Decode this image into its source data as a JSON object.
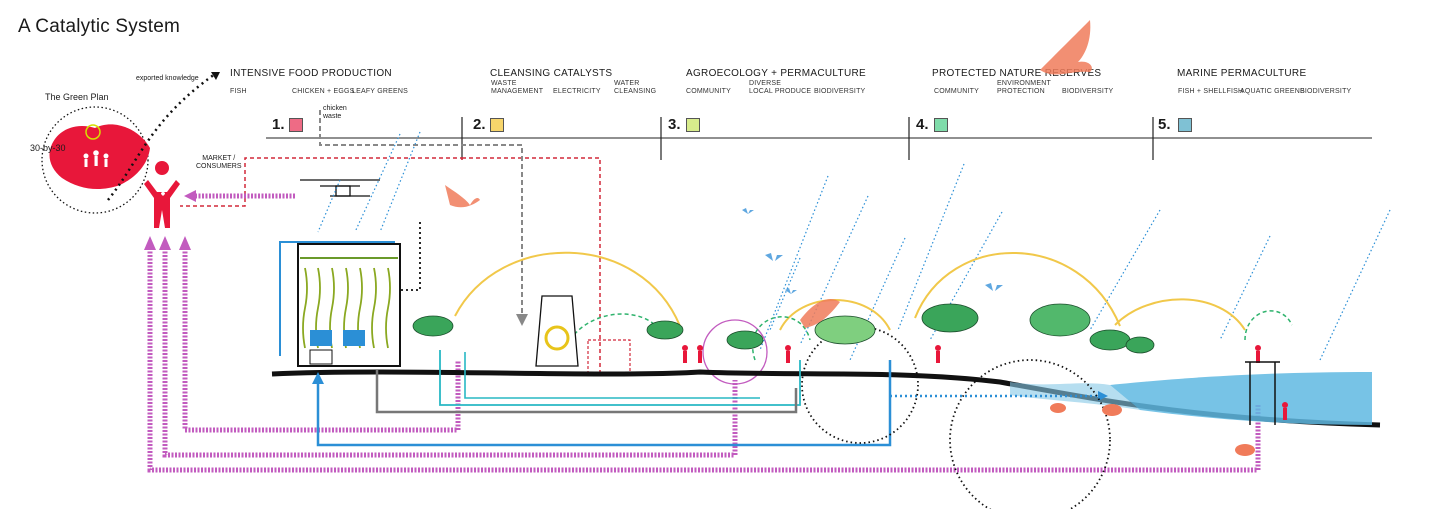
{
  "title": "A Catalytic System",
  "left": {
    "green_plan": "The Green Plan",
    "thirty": "30-by-30",
    "exported": "exported knowledge",
    "market": "MARKET /\nCONSUMERS",
    "chicken_waste": "chicken\nwaste"
  },
  "sections": [
    {
      "title": "INTENSIVE FOOD PRODUCTION",
      "number": "1.",
      "color": "#ee6b85",
      "items": [
        "FISH",
        "CHICKEN + EGGS",
        "LEAFY GREENS"
      ]
    },
    {
      "title": "CLEANSING CATALYSTS",
      "number": "2.",
      "color": "#f7d56b",
      "items": [
        "WASTE\nMANAGEMENT",
        "ELECTRICITY",
        "WATER\nCLEANSING"
      ]
    },
    {
      "title": "AGROECOLOGY + PERMACULTURE",
      "number": "3.",
      "color": "#d8ec8c",
      "items": [
        "COMMUNITY",
        "DIVERSE\nLOCAL PRODUCE",
        "BIODIVERSITY"
      ]
    },
    {
      "title": "PROTECTED NATURE RESERVES",
      "number": "4.",
      "color": "#7fdcaa",
      "items": [
        "COMMUNITY",
        "ENVIRONMENT\nPROTECTION",
        "BIODIVERSITY"
      ]
    },
    {
      "title": "MARINE PERMACULTURE",
      "number": "5.",
      "color": "#7fc1d4",
      "items": [
        "FISH + SHELLFISH",
        "AQUATIC GREENS",
        "BIODIVERSITY"
      ]
    }
  ],
  "colors": {
    "red": "#e8173a",
    "magenta": "#c25bbf",
    "blue": "#2b8fd6",
    "teal": "#28b8c4",
    "gray": "#777777",
    "yellow": "#f1c84a",
    "green": "#2fb36d",
    "sea": "#5fb8e2",
    "orange": "#f07b5a"
  }
}
